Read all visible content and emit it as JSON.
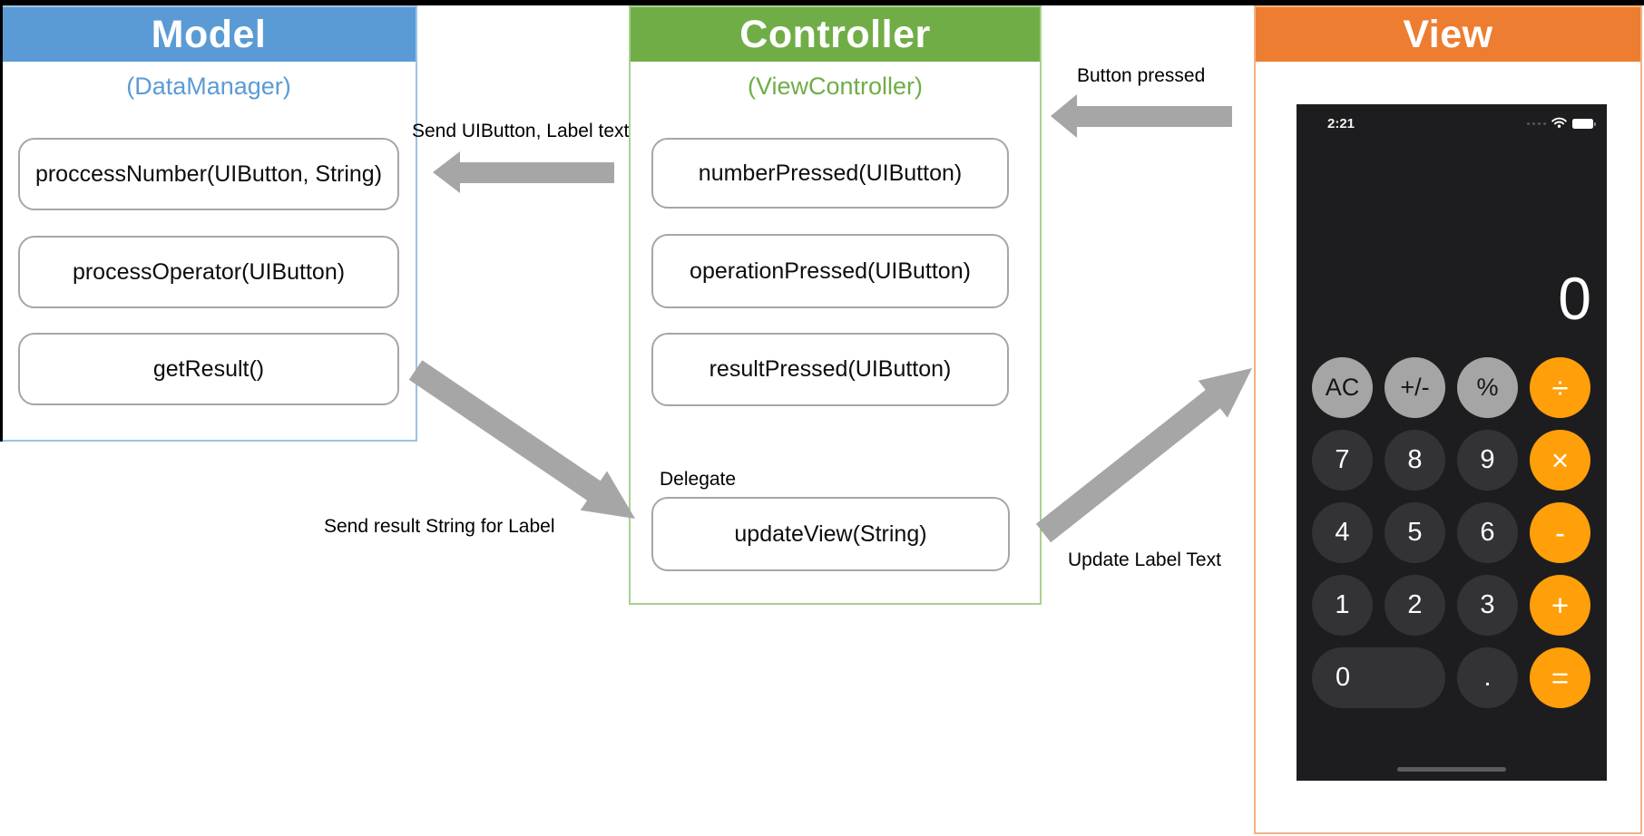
{
  "model": {
    "title": "Model",
    "subtitle": "(DataManager)",
    "methods": [
      "proccessNumber(UIButton, String)",
      "processOperator(UIButton)",
      "getResult()"
    ]
  },
  "controller": {
    "title": "Controller",
    "subtitle": "(ViewController)",
    "methods": [
      "numberPressed(UIButton)",
      "operationPressed(UIButton)",
      "resultPressed(UIButton)"
    ],
    "delegate_label": "Delegate",
    "delegate_method": "updateView(String)"
  },
  "view": {
    "title": "View"
  },
  "arrows": {
    "button_pressed": "Button pressed",
    "send_uibutton": "Send UIButton, Label text",
    "send_result": "Send result String for Label",
    "update_label": "Update Label Text"
  },
  "calculator": {
    "status_time": "2:21",
    "display": "0",
    "rows": [
      [
        "AC",
        "+/-",
        "%",
        "÷"
      ],
      [
        "7",
        "8",
        "9",
        "×"
      ],
      [
        "4",
        "5",
        "6",
        "-"
      ],
      [
        "1",
        "2",
        "3",
        "+"
      ],
      [
        "0",
        ".",
        "="
      ]
    ]
  },
  "colors": {
    "model_header": "#5b9bd5",
    "model_border": "#9dc3e6",
    "controller_header": "#70ad47",
    "controller_border": "#a9d18e",
    "view_header": "#ed7d31",
    "view_border": "#f4b183",
    "arrow_gray": "#a6a6a6",
    "calc_background": "#1d1d1f",
    "calc_key_light": "#a5a5a5",
    "calc_key_dark": "#333336",
    "calc_key_orange": "#ff9f0a"
  }
}
